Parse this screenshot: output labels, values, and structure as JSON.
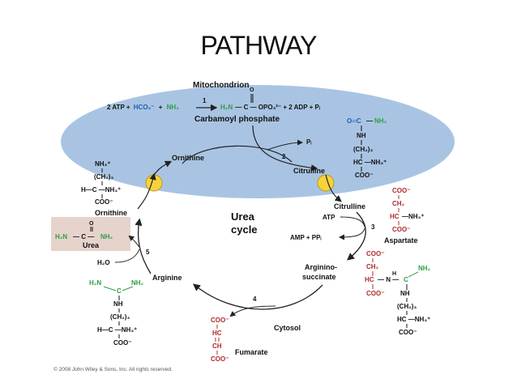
{
  "title": "PATHWAY",
  "labels": {
    "mitochondrion": "Mitochondrion",
    "carbamoyl_phosphate": "Carbamoyl phosphate",
    "ornithine_top": "Ornithine",
    "citrulline_top": "Citrulline",
    "citrulline_bottom": "Citrulline",
    "ornithine_left": "Ornithine",
    "urea": "Urea",
    "urea_cycle_line1": "Urea",
    "urea_cycle_line2": "cycle",
    "aspartate": "Aspartate",
    "argininosuccinate_line1": "Arginino-",
    "argininosuccinate_line2": "succinate",
    "arginine": "Arginine",
    "fumarate": "Fumarate",
    "cytosol": "Cytosol"
  },
  "reaction1": {
    "part1": "2 ATP +",
    "hco3": "HCO₃⁻",
    "plus1": "+",
    "nh3": "NH₃",
    "h2n": "H₂N",
    "rest": "— C — OPO₃²⁻ + 2 ADP + Pᵢ"
  },
  "side": {
    "pi": "Pᵢ",
    "atp": "ATP",
    "amp": "AMP + PPᵢ",
    "h2o": "H₂O"
  },
  "steps": [
    "1",
    "2",
    "3",
    "4",
    "5"
  ],
  "copyright": "© 2008 John Wiley & Sons, Inc. All rights reserved.",
  "colors": {
    "mitochondrion_fill": "#a9c4e3",
    "transporter": "#f7d23a",
    "urea_box": "#e6d3cc",
    "amino_green": "#2e9e44",
    "bicarbonate_blue": "#1e5fb4",
    "aspartate_red": "#b02a2a"
  }
}
